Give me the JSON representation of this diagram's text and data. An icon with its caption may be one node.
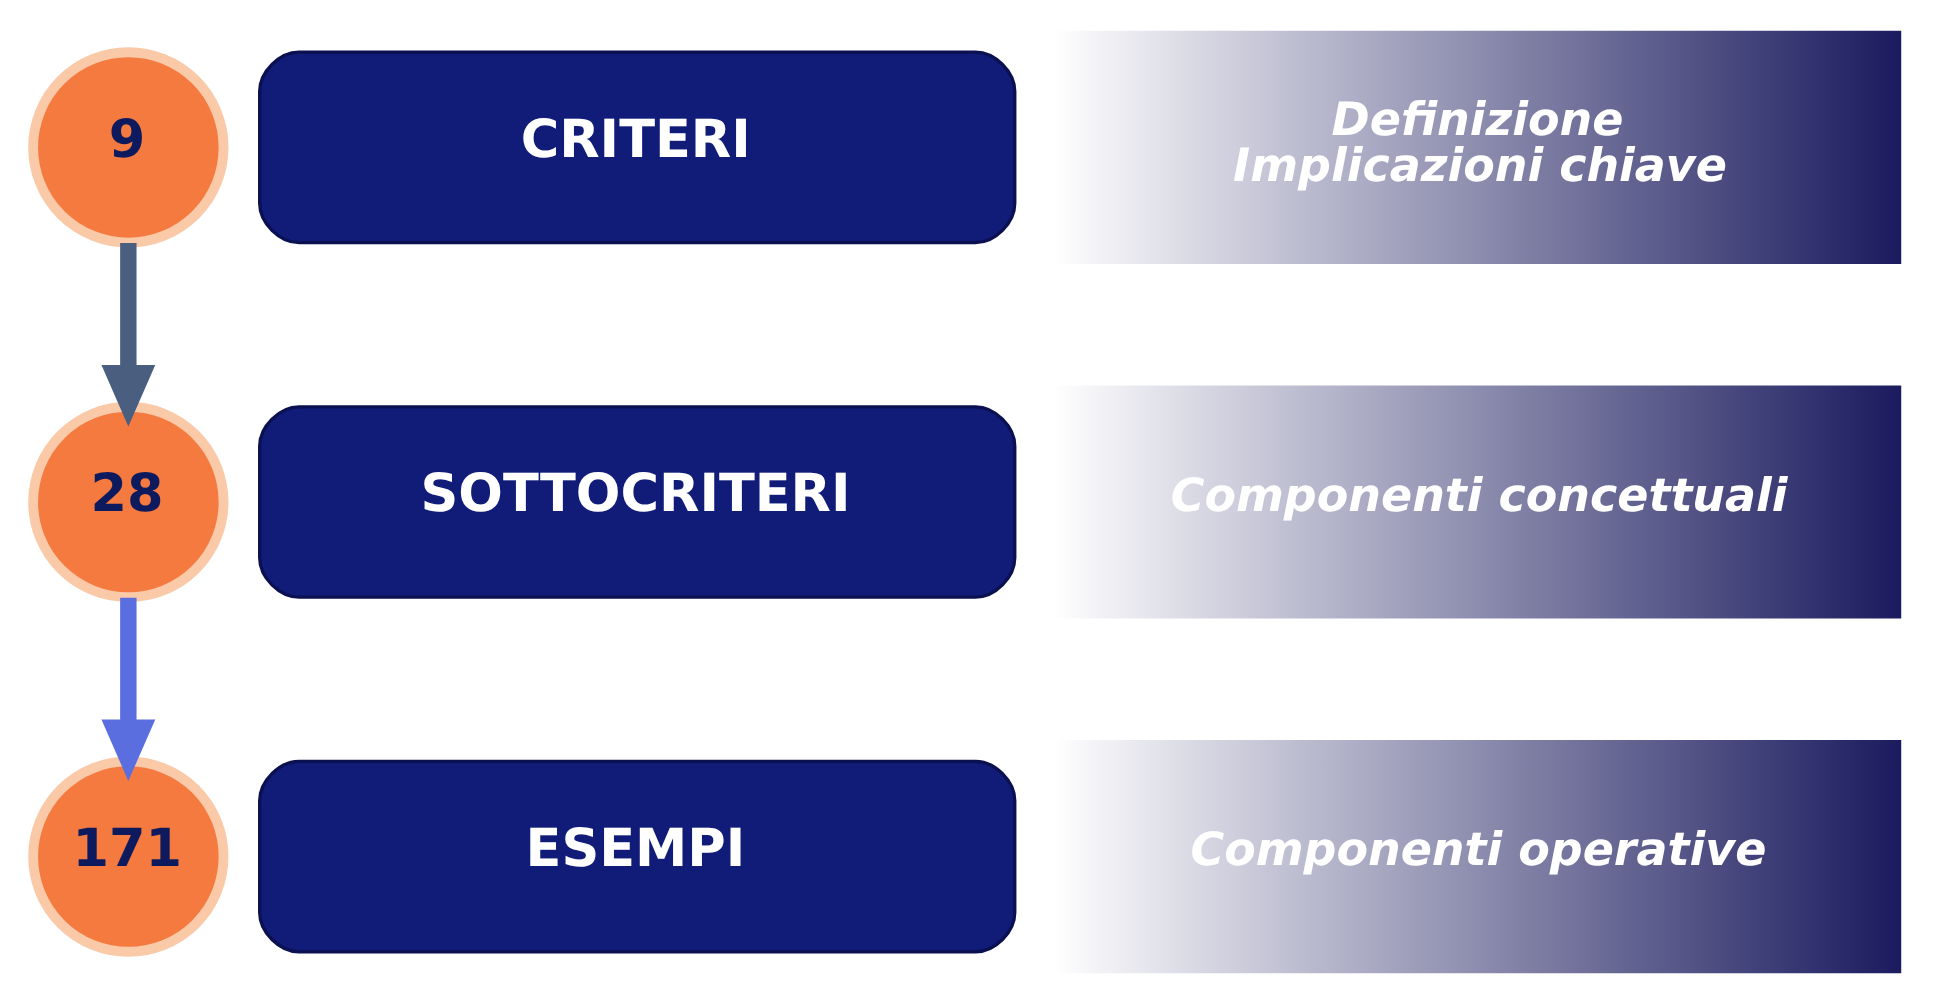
{
  "diagram": {
    "nodes": [
      {
        "text": [
          "9"
        ]
      },
      {
        "text": [
          "CRITERI"
        ]
      },
      {
        "text": [
          "Definizione",
          "Implicazioni chiave"
        ]
      },
      {
        "text": [
          "28"
        ]
      },
      {
        "text": [
          "SOTTOCRITERI"
        ]
      },
      {
        "text": [
          "Componenti concettuali"
        ]
      },
      {
        "text": [
          "171"
        ]
      },
      {
        "text": [
          "ESEMPI"
        ]
      },
      {
        "text": [
          "Componenti operative"
        ]
      }
    ],
    "edges": [
      {
        "from": 0,
        "to": 3,
        "arrow": "to",
        "color": "#4a5f80"
      },
      {
        "from": 3,
        "to": 6,
        "arrow": "to",
        "color": "#5b6ee0"
      }
    ]
  }
}
